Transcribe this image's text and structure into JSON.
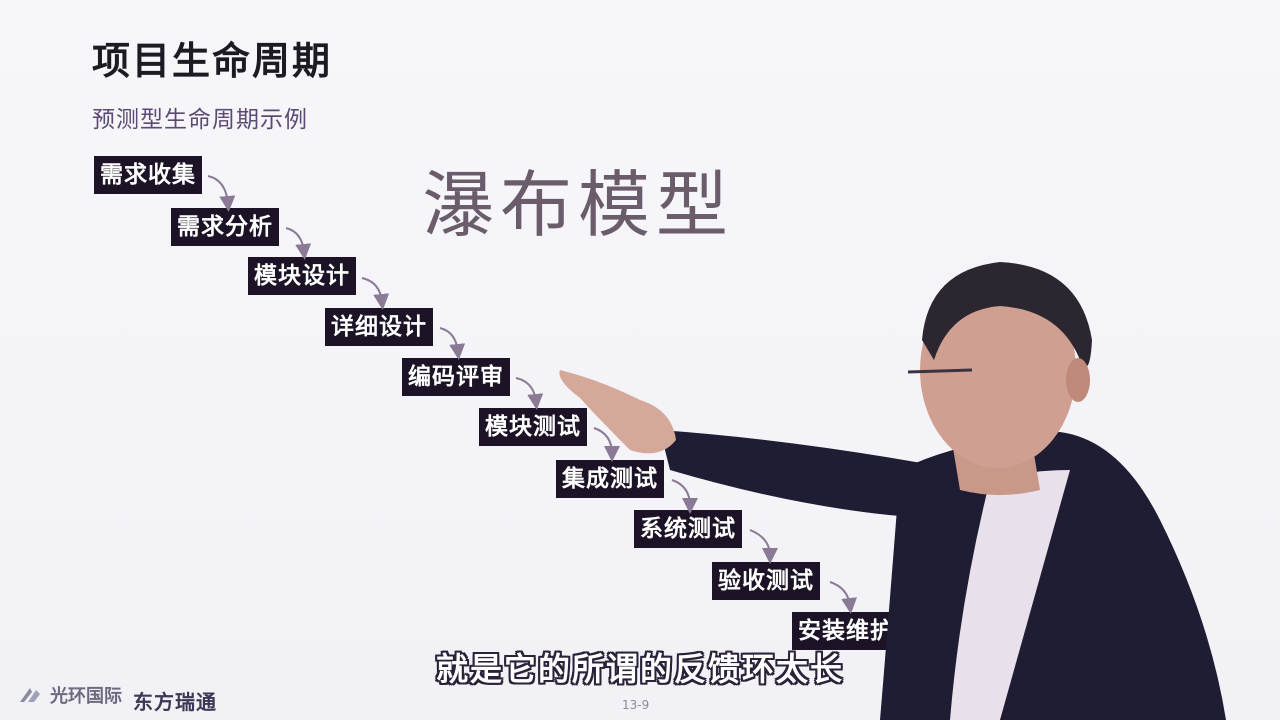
{
  "header": {
    "title": "项目生命周期",
    "subtitle": "预测型生命周期示例"
  },
  "diagram": {
    "heading": "瀑布模型",
    "steps": [
      {
        "label": "需求收集"
      },
      {
        "label": "需求分析"
      },
      {
        "label": "模块设计"
      },
      {
        "label": "详细设计"
      },
      {
        "label": "编码评审"
      },
      {
        "label": "模块测试"
      },
      {
        "label": "集成测试"
      },
      {
        "label": "系统测试"
      },
      {
        "label": "验收测试"
      },
      {
        "label": "安装维护"
      }
    ],
    "arrow_color": "#8a7a96",
    "box_color": "#1c1426"
  },
  "video": {
    "subtitle_caption": "就是它的所谓的反馈环太长"
  },
  "footer": {
    "logo_left": "光环国际",
    "logo_right": "东方瑞通",
    "page_number": "13-9"
  }
}
